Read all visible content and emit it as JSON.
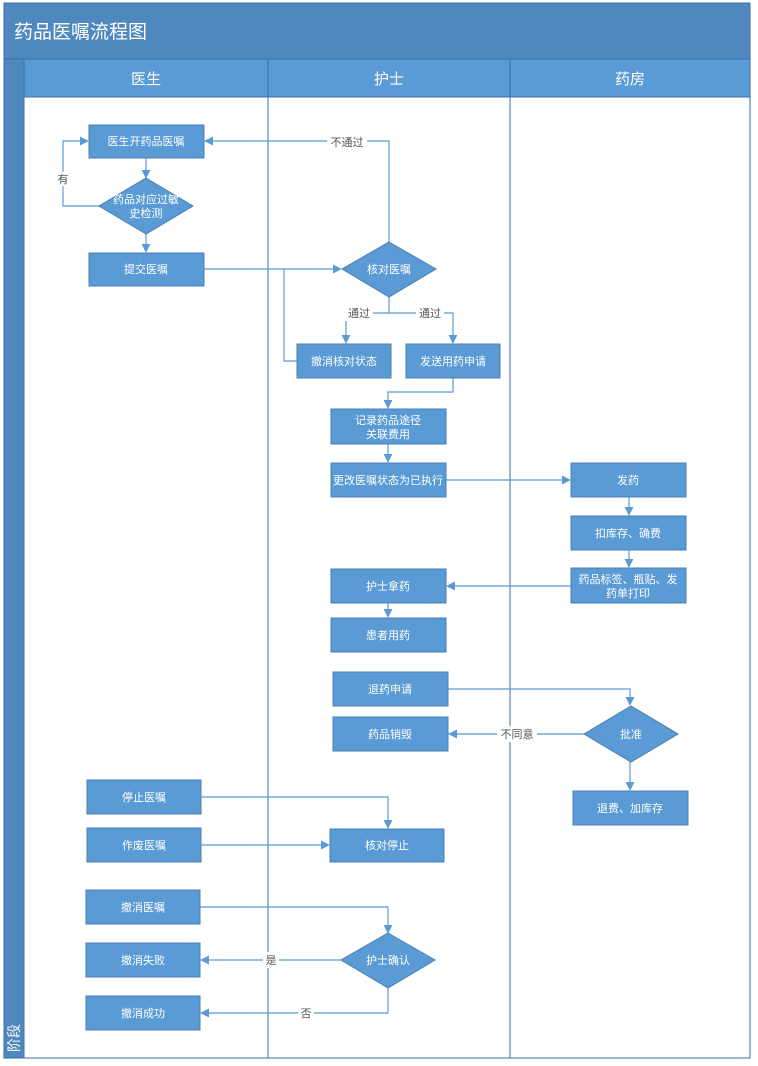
{
  "title": "药品医嘱流程图",
  "phase_label": "阶段",
  "lanes": [
    "医生",
    "护士",
    "药房"
  ],
  "colors": {
    "header": "#4f88bf",
    "node": "#5b9bd5",
    "node_stroke": "#4a7fb3",
    "line": "#5b9bd5",
    "border": "#3a6fa8",
    "node_text": "#ffffff",
    "edge_label": "#555555"
  },
  "nodes": {
    "open_order": "医生开药品医嘱",
    "allergy_check": [
      "药品对应过敏",
      "史检测"
    ],
    "submit_order": "提交医嘱",
    "check_order": "核对医嘱",
    "cancel_check": "撤消核对状态",
    "send_request": "发送用药申请",
    "record_route": [
      "记录药品途径",
      "关联费用"
    ],
    "change_status": "更改医嘱状态为已执行",
    "dispense": "发药",
    "deduct_stock": "扣库存、确费",
    "print_labels": [
      "药品标签、瓶贴、发",
      "药单打印"
    ],
    "nurse_take": "护士拿药",
    "patient_use": "患者用药",
    "return_request": "退药申请",
    "approve": "批准",
    "destroy": "药品销毁",
    "refund": "退费、加库存",
    "stop_order": "停止医嘱",
    "void_order": "作废医嘱",
    "check_stop": "核对停止",
    "revoke_order": "撤消医嘱",
    "nurse_confirm": "护士确认",
    "revoke_fail": "撤消失败",
    "revoke_success": "撤消成功"
  },
  "edge_labels": {
    "has": "有",
    "not_pass": "不通过",
    "pass_left": "通过",
    "pass_right": "通过",
    "disagree": "不同意",
    "yes": "是",
    "no": "否"
  }
}
